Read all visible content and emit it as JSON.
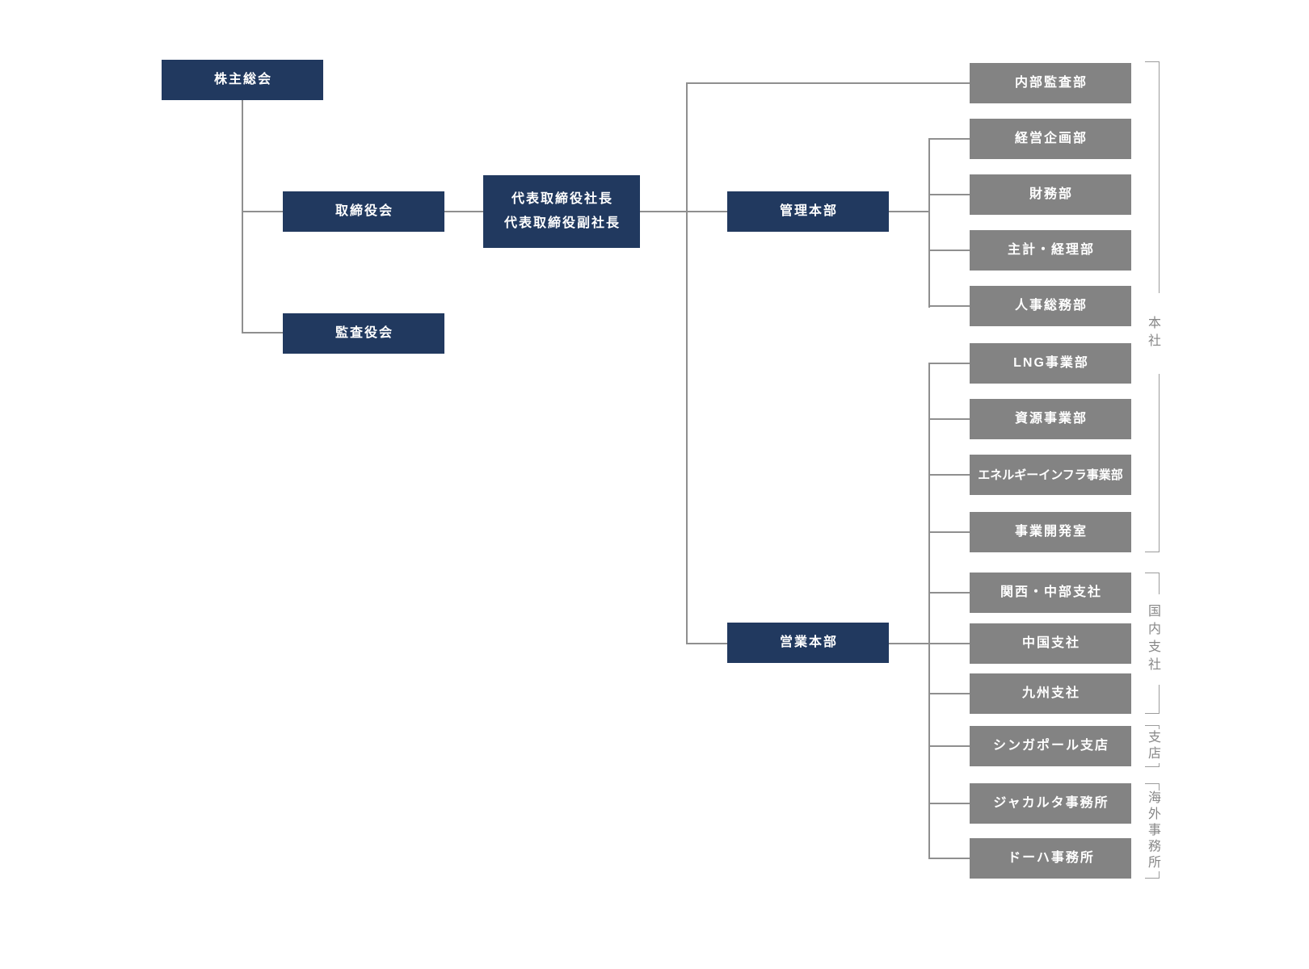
{
  "colors": {
    "background": "#ffffff",
    "navy_box": "#21395f",
    "gray_box": "#838383",
    "connector_line": "#8f8f8f",
    "bracket_line": "#9c9c9c",
    "bracket_text": "#878787",
    "box_text": "#ffffff"
  },
  "org": {
    "shareholders": "株主総会",
    "board": "取締役会",
    "audit_board": "監査役会",
    "president": {
      "line1": "代表取締役社長",
      "line2": "代表取締役副社長"
    },
    "admin_hq": "管理本部",
    "sales_hq": "営業本部",
    "departments": [
      {
        "label": "内部監査部"
      },
      {
        "label": "経営企画部"
      },
      {
        "label": "財務部"
      },
      {
        "label": "主計・経理部"
      },
      {
        "label": "人事総務部"
      },
      {
        "label": "LNG事業部"
      },
      {
        "label": "資源事業部"
      },
      {
        "label": "エネルギーインフラ事業部"
      },
      {
        "label": "事業開発室"
      },
      {
        "label": "関西・中部支社"
      },
      {
        "label": "中国支社"
      },
      {
        "label": "九州支社"
      },
      {
        "label": "シンガポール支店"
      },
      {
        "label": "ジャカルタ事務所"
      },
      {
        "label": "ドーハ事務所"
      }
    ],
    "groups": [
      {
        "label": "本社"
      },
      {
        "label": "国内支社"
      },
      {
        "label": "支店"
      },
      {
        "label": "海外事務所"
      }
    ]
  }
}
